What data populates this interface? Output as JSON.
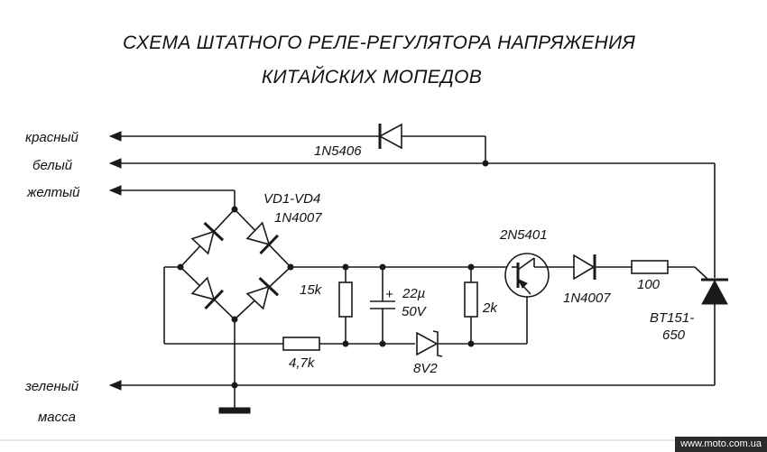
{
  "title": {
    "line1": "СХЕМА ШТАТНОГО РЕЛЕ-РЕГУЛЯТОРА НАПРЯЖЕНИЯ",
    "line2": "КИТАЙСКИХ МОПЕДОВ"
  },
  "wires": {
    "red": "красный",
    "white": "белый",
    "yellow": "желтый",
    "green": "зеленый",
    "ground": "масса"
  },
  "components": {
    "diode_top": "1N5406",
    "bridge_ref": "VD1-VD4",
    "bridge_part": "1N4007",
    "transistor": "2N5401",
    "resistor_15k": "15k",
    "capacitor_value": "22µ",
    "capacitor_voltage": "50V",
    "capacitor_plus": "+",
    "resistor_2k": "2k",
    "zener": "8V2",
    "resistor_47k": "4,7k",
    "diode_series": "1N4007",
    "resistor_100": "100",
    "thyristor_line1": "BT151-",
    "thyristor_line2": "650"
  },
  "watermark": "www.moto.com.ua"
}
